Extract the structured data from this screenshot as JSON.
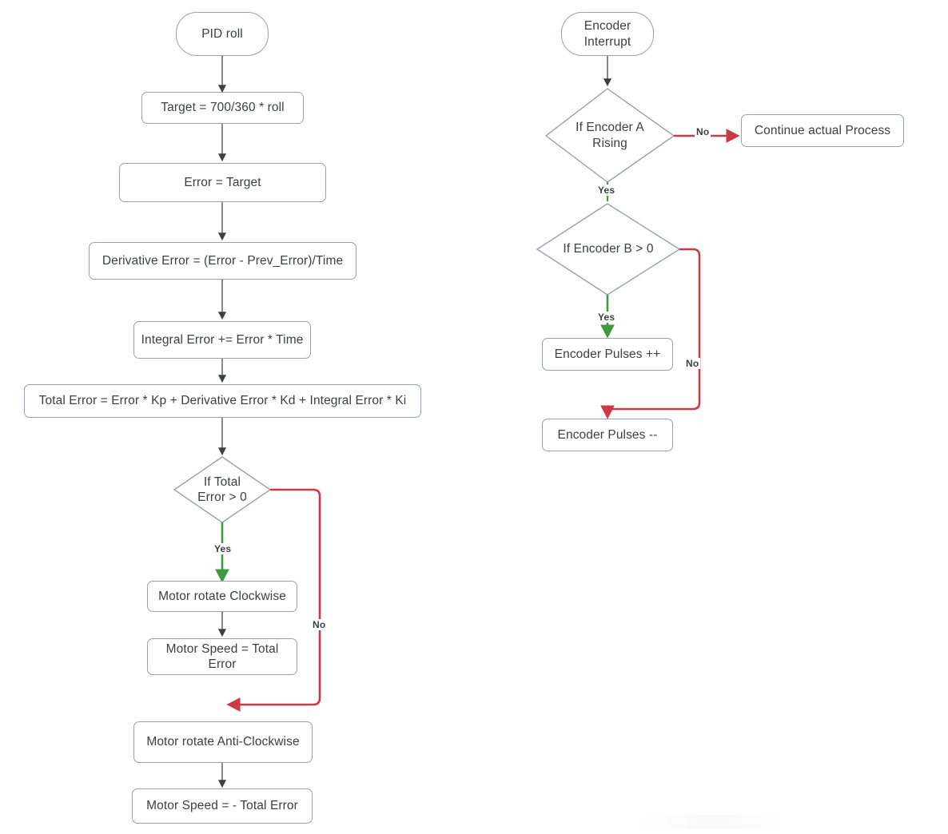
{
  "diagram": {
    "title": "PID and Encoder Interrupt Flowcharts",
    "background": "#ffffff",
    "colors": {
      "node_border": "#9aa0ab",
      "node_fill": "#ffffff",
      "text": "#3c4043",
      "arrow_default": "#5f6368",
      "arrow_yes": "#3f9a3f",
      "arrow_no": "#cc3a45"
    }
  },
  "flowcharts": [
    {
      "name": "pid-roll",
      "nodes": [
        {
          "id": "pid-roll",
          "type": "terminal",
          "label": "PID roll"
        },
        {
          "id": "target",
          "type": "process",
          "label": "Target = 700/360 * roll"
        },
        {
          "id": "error",
          "type": "process",
          "label": "Error = Target"
        },
        {
          "id": "derivative-error",
          "type": "process",
          "label": "Derivative Error = (Error - Prev_Error)/Time"
        },
        {
          "id": "integral-error",
          "type": "process",
          "label": "Integral Error += Error * Time"
        },
        {
          "id": "total-error",
          "type": "process",
          "label": "Total Error = Error * Kp + Derivative Error * Kd + Integral Error * Ki"
        },
        {
          "id": "if-total-error",
          "type": "decision",
          "label": "If Total\nError > 0"
        },
        {
          "id": "motor-clockwise",
          "type": "process",
          "label": "Motor rotate Clockwise"
        },
        {
          "id": "motor-speed-total",
          "type": "process",
          "label": "Motor Speed = Total Error"
        },
        {
          "id": "motor-anti-clockwise",
          "type": "process",
          "label": "Motor rotate Anti-Clockwise"
        },
        {
          "id": "motor-speed-neg-total",
          "type": "process",
          "label": "Motor Speed = - Total Error"
        }
      ],
      "edges": [
        {
          "from": "pid-roll",
          "to": "target",
          "label": "",
          "color": "#5f6368"
        },
        {
          "from": "target",
          "to": "error",
          "label": "",
          "color": "#5f6368"
        },
        {
          "from": "error",
          "to": "derivative-error",
          "label": "",
          "color": "#5f6368"
        },
        {
          "from": "derivative-error",
          "to": "integral-error",
          "label": "",
          "color": "#5f6368"
        },
        {
          "from": "integral-error",
          "to": "total-error",
          "label": "",
          "color": "#5f6368"
        },
        {
          "from": "total-error",
          "to": "if-total-error",
          "label": "",
          "color": "#5f6368"
        },
        {
          "from": "if-total-error",
          "to": "motor-clockwise",
          "label": "Yes",
          "color": "#3f9a3f"
        },
        {
          "from": "motor-clockwise",
          "to": "motor-speed-total",
          "label": "",
          "color": "#5f6368"
        },
        {
          "from": "if-total-error",
          "to": "motor-anti-clockwise",
          "label": "No",
          "color": "#cc3a45"
        },
        {
          "from": "motor-anti-clockwise",
          "to": "motor-speed-neg-total",
          "label": "",
          "color": "#5f6368"
        }
      ]
    },
    {
      "name": "encoder-interrupt",
      "nodes": [
        {
          "id": "encoder-interrupt",
          "type": "terminal",
          "label": "Encoder\nInterrupt"
        },
        {
          "id": "if-encoder-a",
          "type": "decision",
          "label": "If Encoder A\nRising"
        },
        {
          "id": "continue-process",
          "type": "process",
          "label": "Continue actual Process"
        },
        {
          "id": "if-encoder-b",
          "type": "decision",
          "label": "If Encoder B > 0"
        },
        {
          "id": "pulses-inc",
          "type": "process",
          "label": "Encoder Pulses ++"
        },
        {
          "id": "pulses-dec",
          "type": "process",
          "label": "Encoder Pulses --"
        }
      ],
      "edges": [
        {
          "from": "encoder-interrupt",
          "to": "if-encoder-a",
          "label": "",
          "color": "#5f6368"
        },
        {
          "from": "if-encoder-a",
          "to": "continue-process",
          "label": "No",
          "color": "#cc3a45"
        },
        {
          "from": "if-encoder-a",
          "to": "if-encoder-b",
          "label": "Yes",
          "color": "#3f9a3f"
        },
        {
          "from": "if-encoder-b",
          "to": "pulses-inc",
          "label": "Yes",
          "color": "#3f9a3f"
        },
        {
          "from": "if-encoder-b",
          "to": "pulses-dec",
          "label": "No",
          "color": "#cc3a45"
        }
      ]
    }
  ],
  "labels": {
    "pid_yes": "Yes",
    "pid_no": "No",
    "enc_a_no": "No",
    "enc_a_yes": "Yes",
    "enc_b_yes": "Yes",
    "enc_b_no": "No"
  },
  "text": {
    "pid_roll": "PID roll",
    "target": "Target = 700/360 * roll",
    "error": "Error = Target",
    "derivative_error": "Derivative Error = (Error - Prev_Error)/Time",
    "integral_error": "Integral Error += Error * Time",
    "total_error": "Total Error = Error * Kp + Derivative Error * Kd + Integral Error * Ki",
    "if_total_error_l1": "If Total",
    "if_total_error_l2": "Error > 0",
    "motor_clockwise": "Motor rotate Clockwise",
    "motor_speed_total_l1": "Motor Speed = Total",
    "motor_speed_total_l2": "Error",
    "motor_anti_clockwise": "Motor rotate Anti-Clockwise",
    "motor_speed_neg_total": "Motor Speed = - Total Error",
    "encoder_interrupt_l1": "Encoder",
    "encoder_interrupt_l2": "Interrupt",
    "if_encoder_a_l1": "If Encoder A",
    "if_encoder_a_l2": "Rising",
    "continue_process": "Continue actual Process",
    "if_encoder_b": "If Encoder B > 0",
    "pulses_inc": "Encoder Pulses ++",
    "pulses_dec": "Encoder Pulses --"
  }
}
